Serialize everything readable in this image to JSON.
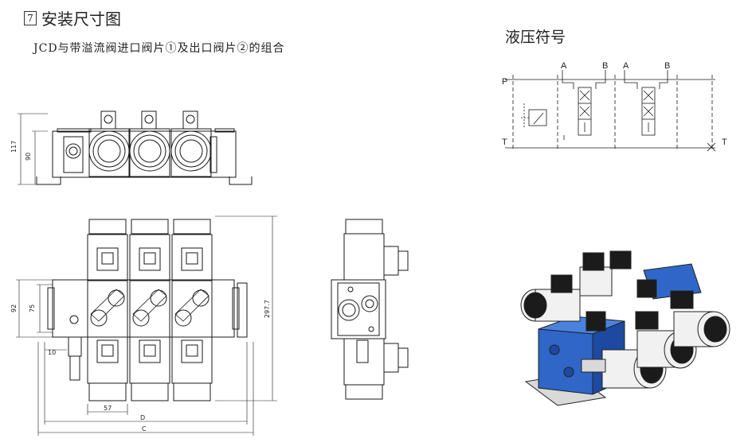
{
  "header": {
    "section_number": "7",
    "title": "安装尺寸图",
    "subtitle": "JCD与带溢流阀进口阀片①及出口阀片②的组合"
  },
  "hydraulic": {
    "title": "液压符号",
    "port_a1": "A",
    "port_b1": "B",
    "port_a2": "A",
    "port_b2": "B",
    "port_p": "P",
    "port_t_left": "T",
    "port_t_right": "T"
  },
  "dimensions": {
    "front_total_height": "117",
    "front_body_height": "90",
    "top_height_outer": "92",
    "top_height_inner": "75",
    "top_offset": "10",
    "top_pitch": "57",
    "top_length_d": "D",
    "top_length_c": "C",
    "top_overall": "297.7"
  },
  "colors": {
    "line": "#1a1a1a",
    "valve_blue": "#2f66c7",
    "valve_blue_dark": "#1d4aa0",
    "coil_white": "#f1f1f1",
    "connector_black": "#1b1b1b"
  }
}
